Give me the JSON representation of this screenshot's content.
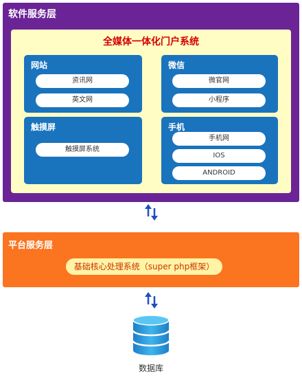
{
  "software_layer": {
    "title": "软件服务层",
    "portal_title": "全媒体一体化门户系统",
    "panels": {
      "website": {
        "title": "网站",
        "items": [
          "资讯网",
          "英文网"
        ]
      },
      "wechat": {
        "title": "微信",
        "items": [
          "微官网",
          "小程序"
        ]
      },
      "touch": {
        "title": "触摸屏",
        "items": [
          "触摸屏系统"
        ]
      },
      "mobile": {
        "title": "手机",
        "items": [
          "手机网",
          "IOS",
          "ANDROID"
        ]
      }
    }
  },
  "platform_layer": {
    "title": "平台服务层",
    "core_system": "基础核心处理系统（super php框架）"
  },
  "database": {
    "label": "数据库"
  },
  "colors": {
    "software_layer": "#6b2496",
    "portal_bg": "#fffdc4",
    "panel": "#1a73bd",
    "platform_layer": "#fb7420",
    "core_pill": "#fff3a6",
    "arrow": "#1f4fbf",
    "database": "#2ea0e0"
  }
}
